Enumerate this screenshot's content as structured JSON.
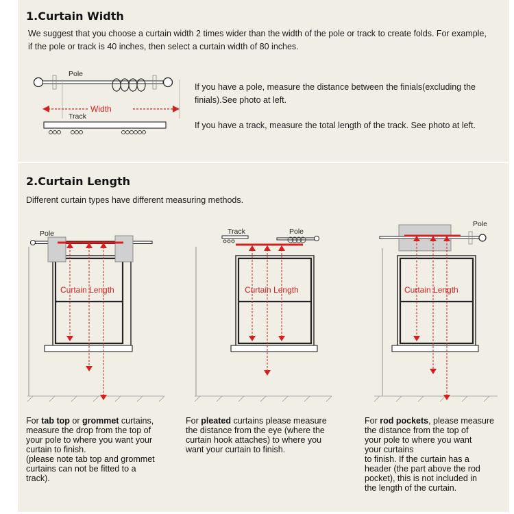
{
  "width_section": {
    "title": "1.Curtain Width",
    "intro": "We suggest that you choose a curtain width 2 times wider than the width of the pole or track to create folds. For example, if the pole or track is 40 inches, then select a curtain width of 80 inches.",
    "pole_label": "Pole",
    "track_label": "Track",
    "width_label": "Width",
    "pole_text": "If you have a pole, measure the distance between the finials(excluding the finials).See photo at left.",
    "track_text": "If you have a track, measure the total length of the track. See photo at left."
  },
  "length_section": {
    "title": "2.Curtain Length",
    "intro": "Different curtain types have different measuring methods.",
    "length_label": "Curtain Length",
    "diagrams": [
      {
        "labels": [
          "Pole"
        ],
        "caption_pre": "For ",
        "caption_b1": "tab top",
        "caption_mid": " or ",
        "caption_b2": "grommet",
        "caption_post": " curtains,\nmeasure the drop from the top of\nyour pole to where you want your\ncurtain to finish.\n(please note tab top and grommet\ncurtains can not be fitted to a\ntrack)."
      },
      {
        "labels": [
          "Track",
          "Pole"
        ],
        "caption_pre": "For ",
        "caption_b1": "pleated",
        "caption_post": " curtains please measure\nthe distance from the eye (where the\ncurtain hook attaches) to where you\nwant your curtain to finish."
      },
      {
        "labels": [
          "Pole"
        ],
        "caption_pre": "For ",
        "caption_b1": "rod pockets",
        "caption_post": ", please measure\nthe distance from the top of\nyour pole to where you want\nyour curtains\nto finish. If the curtain has a\nheader (the part above the rod\npocket), this is not included in\nthe length of the curtain."
      }
    ]
  },
  "colors": {
    "panel": "#f1efe5",
    "accent_red": "#d42020",
    "line": "#222222"
  }
}
